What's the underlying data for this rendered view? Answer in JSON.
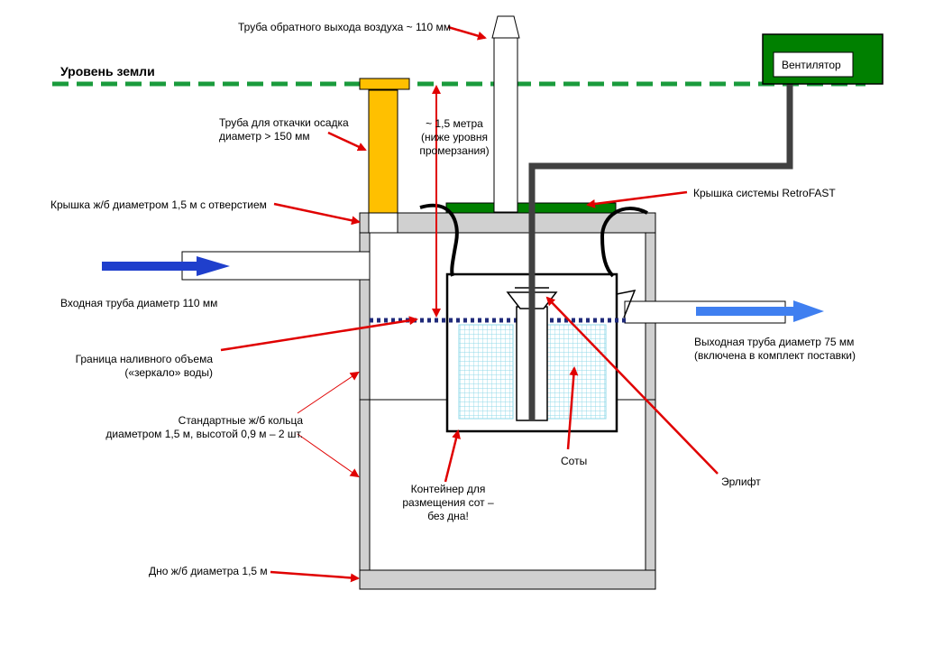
{
  "labels": {
    "ground_level": "Уровень земли",
    "air_pipe_label": "Труба обратного выхода воздуха ~ 110 мм",
    "sludge_pipe_line1": "Труба для откачки осадка",
    "sludge_pipe_line2": "диаметр > 150 мм",
    "depth_line1": "~ 1,5 метра",
    "depth_line2": "(ниже уровня",
    "depth_line3": "промерзания)",
    "ventilator": "Вентилятор",
    "cover_rc": "Крышка ж/б диаметром 1,5 м с отверстием",
    "cover_retrofast": "Крышка системы RetroFAST",
    "inlet_pipe": "Входная труба диаметр 110 мм",
    "fill_boundary_line1": "Граница наливного объема",
    "fill_boundary_line2": "(«зеркало» воды)",
    "outlet_pipe_line1": "Выходная труба диаметр 75 мм",
    "outlet_pipe_line2": "(включена в комплект поставки)",
    "rings_line1": "Стандартные ж/б кольца",
    "rings_line2": "диаметром 1,5 м, высотой 0,9 м – 2 шт.",
    "container_line1": "Контейнер для",
    "container_line2": "размещения сот –",
    "container_line3": "без дна!",
    "honeycomb": "Соты",
    "airlift": "Эрлифт",
    "bottom_rc": "Дно ж/б диаметра 1,5 м"
  },
  "colors": {
    "ground_dash": "#1a9b3c",
    "ventilator_box": "#008000",
    "retrofast_cover": "#008000",
    "sludge_pipe": "#ffc000",
    "concrete": "#d0d0d0",
    "inlet_arrow": "#1f3fcc",
    "outlet_arrow": "#3f7ff0",
    "callout_arrow": "#e00000",
    "water_dots": "#1f2a7a",
    "airlift_pipe": "#404040",
    "honeycomb_grid": "#8fd8e8"
  }
}
